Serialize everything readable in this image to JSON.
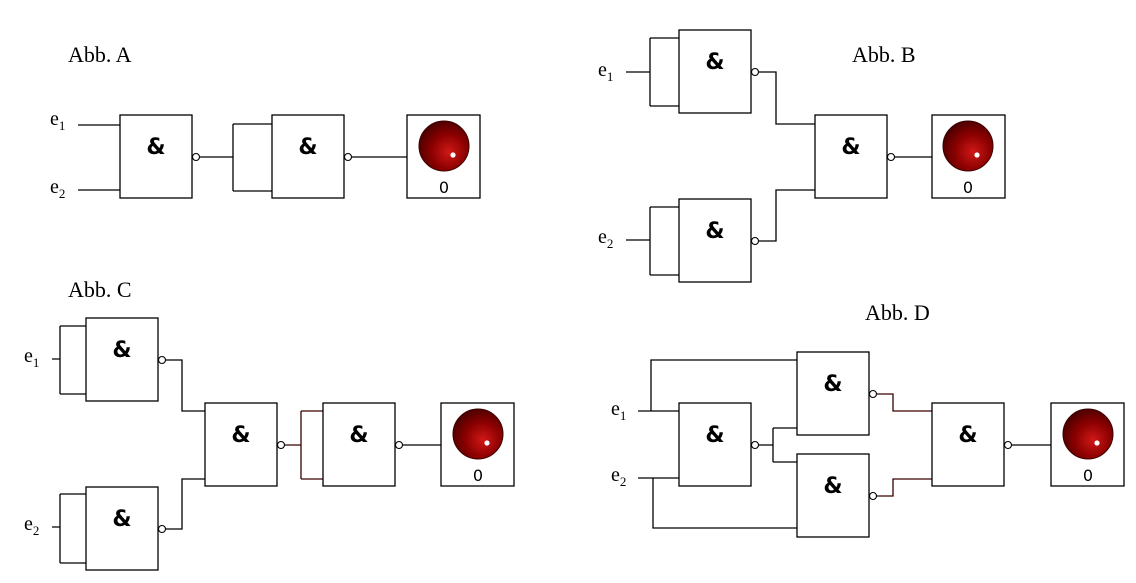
{
  "gate_symbol": "&",
  "lamp_color": "#8b0000",
  "lamp_highlight": "#ffffff",
  "figures": {
    "a": {
      "title": "Abb. A",
      "input1": "e",
      "input1_sub": "1",
      "input2": "e",
      "input2_sub": "2",
      "output": "0"
    },
    "b": {
      "title": "Abb. B",
      "input1": "e",
      "input1_sub": "1",
      "input2": "e",
      "input2_sub": "2",
      "output": "0"
    },
    "c": {
      "title": "Abb. C",
      "input1": "e",
      "input1_sub": "1",
      "input2": "e",
      "input2_sub": "2",
      "output": "0"
    },
    "d": {
      "title": "Abb. D",
      "input1": "e",
      "input1_sub": "1",
      "input2": "e",
      "input2_sub": "2",
      "output": "0"
    }
  }
}
